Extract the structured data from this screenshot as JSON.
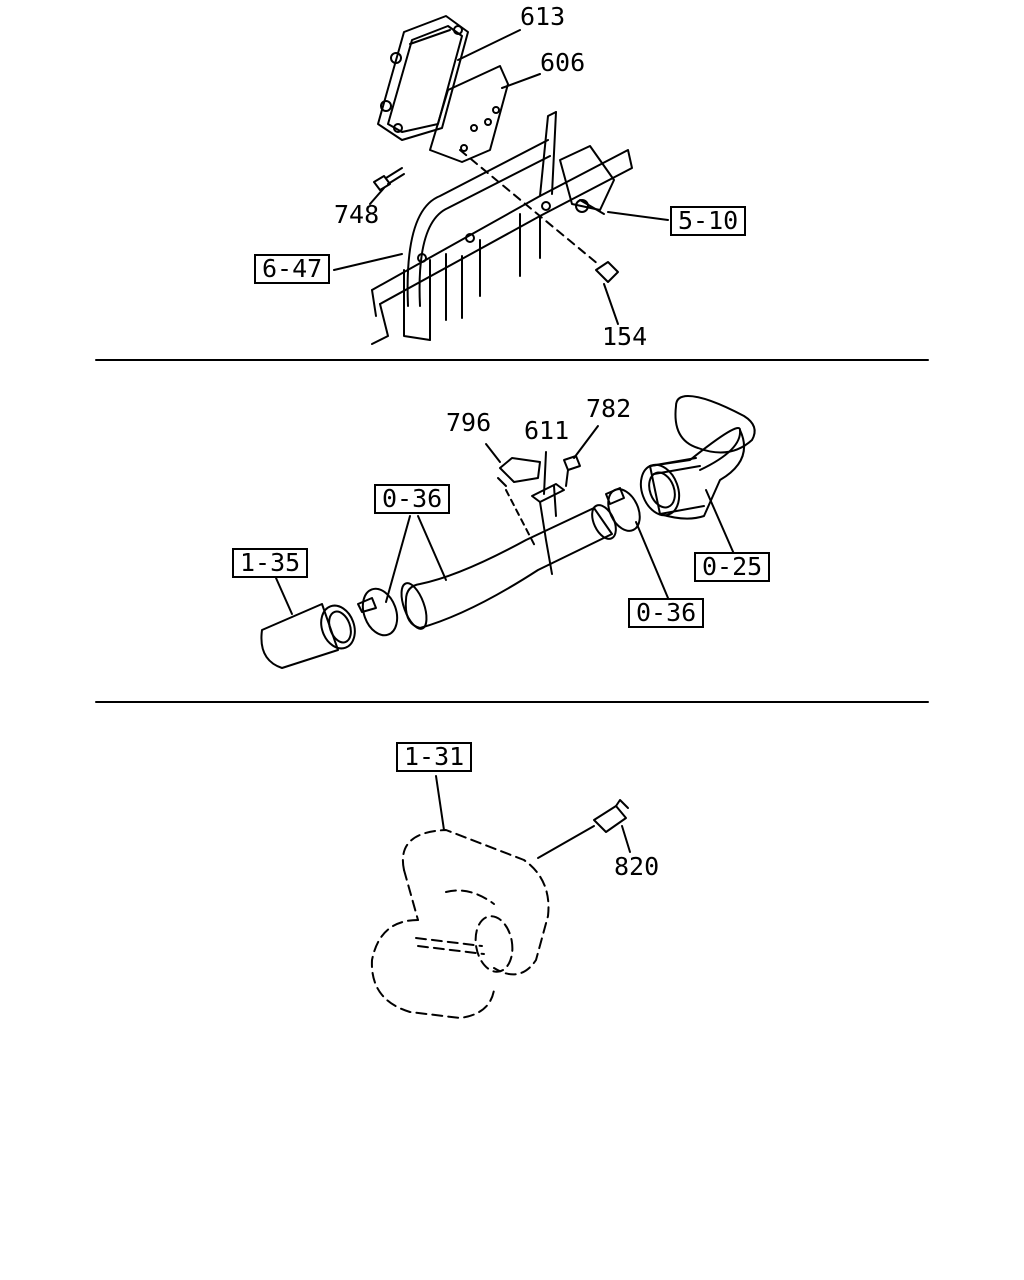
{
  "colors": {
    "line": "#000000",
    "background": "#ffffff"
  },
  "labels": {
    "p613": "613",
    "p606": "606",
    "p748": "748",
    "p154": "154",
    "ref_6_47": "6-47",
    "ref_5_10": "5-10",
    "p796": "796",
    "p611": "611",
    "p782": "782",
    "ref_0_36_a": "0-36",
    "ref_1_35": "1-35",
    "ref_0_25": "0-25",
    "ref_0_36_b": "0-36",
    "ref_1_31": "1-31",
    "p820": "820"
  }
}
